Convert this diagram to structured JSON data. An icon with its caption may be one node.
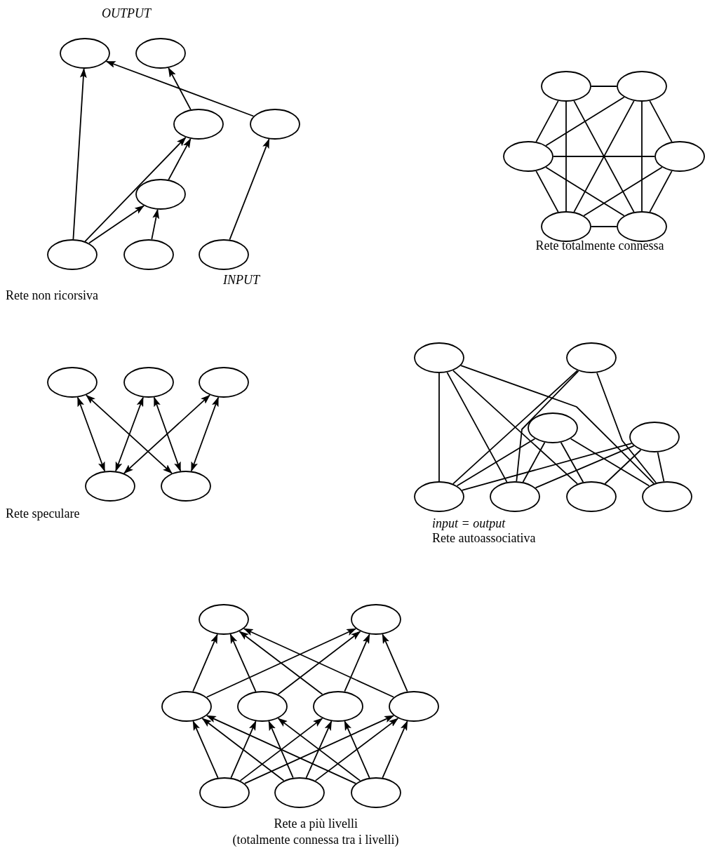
{
  "diagram": {
    "nodes": [
      {
        "text": [],
        "shape": "ellipse"
      },
      {
        "text": [],
        "shape": "ellipse"
      },
      {
        "text": [],
        "shape": "ellipse"
      },
      {
        "text": [],
        "shape": "ellipse"
      },
      {
        "text": [],
        "shape": "ellipse"
      },
      {
        "text": [],
        "shape": "ellipse"
      },
      {
        "text": [],
        "shape": "ellipse"
      },
      {
        "text": [],
        "shape": "ellipse"
      },
      {
        "text": [],
        "shape": "ellipse"
      },
      {
        "text": [],
        "shape": "ellipse"
      },
      {
        "text": [],
        "shape": "ellipse"
      },
      {
        "text": [],
        "shape": "ellipse"
      },
      {
        "text": [],
        "shape": "ellipse"
      },
      {
        "text": [],
        "shape": "ellipse"
      },
      {
        "text": [],
        "shape": "ellipse"
      },
      {
        "text": [],
        "shape": "ellipse"
      },
      {
        "text": [],
        "shape": "ellipse"
      },
      {
        "text": [],
        "shape": "ellipse"
      },
      {
        "text": [],
        "shape": "ellipse"
      },
      {
        "text": [],
        "shape": "ellipse"
      },
      {
        "text": [],
        "shape": "ellipse"
      },
      {
        "text": [],
        "shape": "ellipse"
      },
      {
        "text": [],
        "shape": "ellipse"
      },
      {
        "text": [],
        "shape": "ellipse"
      },
      {
        "text": [],
        "shape": "ellipse"
      },
      {
        "text": [],
        "shape": "ellipse"
      },
      {
        "text": [],
        "shape": "ellipse"
      },
      {
        "text": [],
        "shape": "ellipse"
      },
      {
        "text": [],
        "shape": "ellipse"
      },
      {
        "text": [],
        "shape": "ellipse"
      },
      {
        "text": [],
        "shape": "ellipse"
      },
      {
        "text": [],
        "shape": "ellipse"
      },
      {
        "text": [],
        "shape": "ellipse"
      },
      {
        "text": [],
        "shape": "ellipse"
      },
      {
        "text": [],
        "shape": "ellipse"
      },
      {
        "text": [],
        "shape": "ellipse"
      }
    ],
    "edges": [
      {
        "from": 5,
        "to": 0,
        "arrow": "to"
      },
      {
        "from": 5,
        "to": 2,
        "arrow": "to"
      },
      {
        "from": 5,
        "to": 4,
        "arrow": "to"
      },
      {
        "from": 6,
        "to": 4,
        "arrow": "to"
      },
      {
        "from": 4,
        "to": 2,
        "arrow": "to"
      },
      {
        "from": 2,
        "to": 1,
        "arrow": "to"
      },
      {
        "from": 3,
        "to": 0,
        "arrow": "to"
      },
      {
        "from": 7,
        "to": 3,
        "arrow": "to"
      },
      {
        "from": 8,
        "to": 9,
        "arrow": "none"
      },
      {
        "from": 8,
        "to": 10,
        "arrow": "none"
      },
      {
        "from": 9,
        "to": 11,
        "arrow": "none"
      },
      {
        "from": 10,
        "to": 12,
        "arrow": "none"
      },
      {
        "from": 11,
        "to": 13,
        "arrow": "none"
      },
      {
        "from": 12,
        "to": 13,
        "arrow": "none"
      },
      {
        "from": 8,
        "to": 12,
        "arrow": "none"
      },
      {
        "from": 8,
        "to": 13,
        "arrow": "none"
      },
      {
        "from": 9,
        "to": 10,
        "arrow": "none"
      },
      {
        "from": 9,
        "to": 12,
        "arrow": "none"
      },
      {
        "from": 9,
        "to": 13,
        "arrow": "none"
      },
      {
        "from": 10,
        "to": 11,
        "arrow": "none"
      },
      {
        "from": 10,
        "to": 13,
        "arrow": "none"
      },
      {
        "from": 11,
        "to": 12,
        "arrow": "none"
      },
      {
        "from": 14,
        "to": 17,
        "arrow": "both"
      },
      {
        "from": 14,
        "to": 18,
        "arrow": "both"
      },
      {
        "from": 15,
        "to": 17,
        "arrow": "both"
      },
      {
        "from": 15,
        "to": 18,
        "arrow": "both"
      },
      {
        "from": 16,
        "to": 17,
        "arrow": "both"
      },
      {
        "from": 16,
        "to": 18,
        "arrow": "both"
      },
      {
        "from": 19,
        "to": 23,
        "arrow": "none"
      },
      {
        "from": 19,
        "to": 24,
        "arrow": "none"
      },
      {
        "from": 19,
        "to": 25,
        "arrow": "none"
      },
      {
        "from": 19,
        "to": 26,
        "arrow": "none"
      },
      {
        "from": 20,
        "to": 23,
        "arrow": "none"
      },
      {
        "from": 20,
        "to": 24,
        "arrow": "none"
      },
      {
        "from": 20,
        "to": 26,
        "arrow": "none"
      },
      {
        "from": 21,
        "to": 23,
        "arrow": "none"
      },
      {
        "from": 21,
        "to": 24,
        "arrow": "none"
      },
      {
        "from": 21,
        "to": 25,
        "arrow": "none"
      },
      {
        "from": 21,
        "to": 26,
        "arrow": "none"
      },
      {
        "from": 22,
        "to": 23,
        "arrow": "none"
      },
      {
        "from": 22,
        "to": 24,
        "arrow": "none"
      },
      {
        "from": 22,
        "to": 25,
        "arrow": "none"
      },
      {
        "from": 22,
        "to": 26,
        "arrow": "none"
      },
      {
        "from": 29,
        "to": 27,
        "arrow": "to"
      },
      {
        "from": 29,
        "to": 28,
        "arrow": "to"
      },
      {
        "from": 30,
        "to": 27,
        "arrow": "to"
      },
      {
        "from": 30,
        "to": 28,
        "arrow": "to"
      },
      {
        "from": 31,
        "to": 27,
        "arrow": "to"
      },
      {
        "from": 31,
        "to": 28,
        "arrow": "to"
      },
      {
        "from": 32,
        "to": 27,
        "arrow": "to"
      },
      {
        "from": 32,
        "to": 28,
        "arrow": "to"
      },
      {
        "from": 33,
        "to": 29,
        "arrow": "to"
      },
      {
        "from": 33,
        "to": 30,
        "arrow": "to"
      },
      {
        "from": 33,
        "to": 31,
        "arrow": "to"
      },
      {
        "from": 33,
        "to": 32,
        "arrow": "to"
      },
      {
        "from": 34,
        "to": 29,
        "arrow": "to"
      },
      {
        "from": 34,
        "to": 30,
        "arrow": "to"
      },
      {
        "from": 34,
        "to": 31,
        "arrow": "to"
      },
      {
        "from": 34,
        "to": 32,
        "arrow": "to"
      },
      {
        "from": 35,
        "to": 29,
        "arrow": "to"
      },
      {
        "from": 35,
        "to": 30,
        "arrow": "to"
      },
      {
        "from": 35,
        "to": 31,
        "arrow": "to"
      },
      {
        "from": 35,
        "to": 32,
        "arrow": "to"
      }
    ],
    "labels": [
      "OUTPUT",
      "Rete totalmente connessa",
      "INPUT",
      "Rete non ricorsiva",
      "Rete speculare",
      "input = output",
      "Rete autoassociativa",
      "Rete a più livelli",
      "(totalmente connessa tra i livelli)"
    ]
  }
}
